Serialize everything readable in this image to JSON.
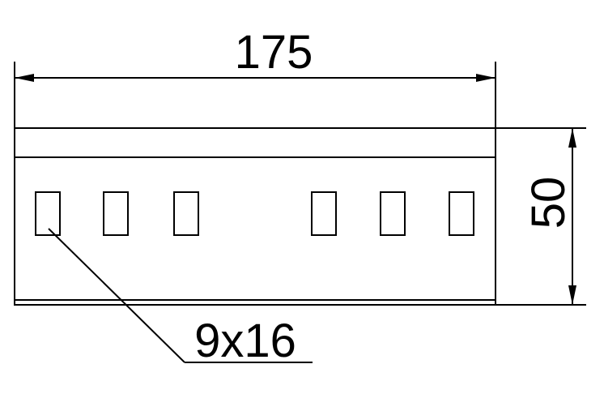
{
  "dimensions": {
    "width": "175",
    "height": "50",
    "slot": "9x16"
  },
  "colors": {
    "stroke": "#000000",
    "background": "#ffffff"
  }
}
